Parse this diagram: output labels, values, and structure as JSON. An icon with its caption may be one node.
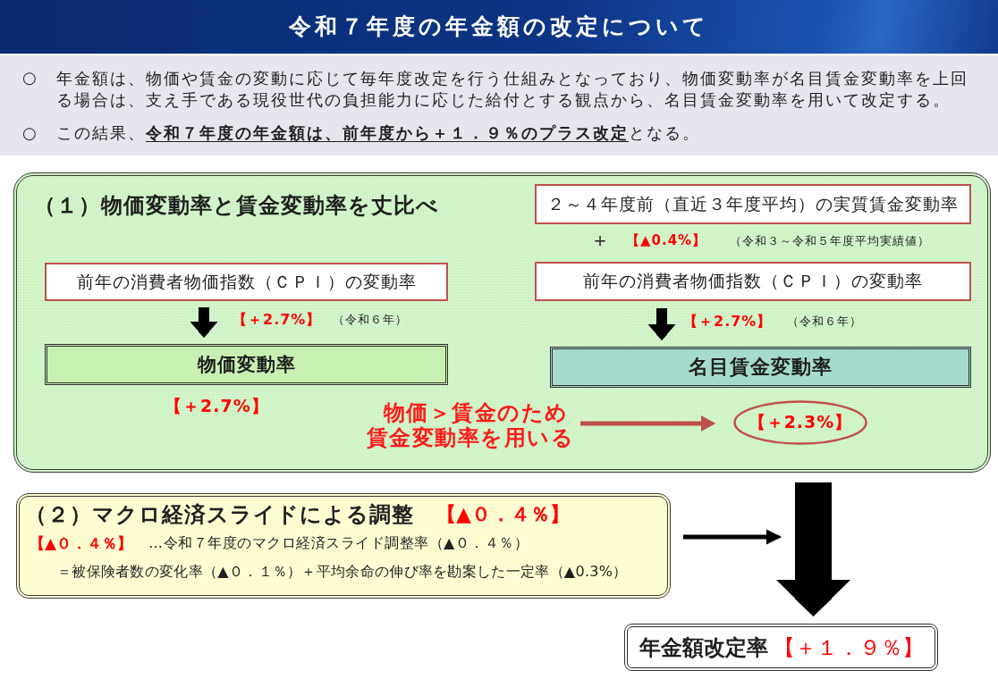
{
  "diagram": {
    "title": "令和７年度の年金額の改定について",
    "nodes": [
      {
        "text": [
          "（１）物価変動率と賃金変動率を丈比べ"
        ]
      },
      {
        "text": [
          "２～４年度前（直近３年度平均）の実質賃金変動率"
        ],
        "in": 0
      },
      {
        "text": [
          "前年の消費者物価指数（ＣＰＩ）の変動率"
        ],
        "in": 0
      },
      {
        "text": [
          "前年の消費者物価指数（ＣＰＩ）の変動率"
        ],
        "in": 0
      },
      {
        "text": [
          "物価変動率"
        ],
        "in": 0,
        "beside": [
          "【＋2.7%】"
        ]
      },
      {
        "text": [
          "名目賃金変動率"
        ],
        "in": 0
      },
      {
        "text": [
          "物価＞賃金のため賃金変動率を用いる"
        ],
        "in": 0
      },
      {
        "text": [
          "【＋2.3%】"
        ],
        "in": 0
      },
      {
        "text": [
          "（２）マクロ経済スライドによる調整",
          "【▲０．４％】",
          "【▲０．４％】",
          "…令和７年度のマクロ経済スライド調整率（▲０．４％）",
          "＝被保険者数の変化率（▲０．１％）＋平均余命の伸び率を勘案した一定率（▲0.3%）"
        ]
      },
      {
        "text": [
          "年金額改定率",
          "【＋１．９％】"
        ]
      }
    ],
    "edges": [
      {
        "from": 2,
        "to": 4,
        "arrow": "to",
        "label": "【＋2.7%】"
      },
      {
        "from": 3,
        "to": 5,
        "arrow": "to",
        "label": "【＋2.7%】"
      },
      {
        "from": 6,
        "to": 7,
        "arrow": "to",
        "color": "#c0504d"
      },
      {
        "from": 8,
        "to": null,
        "arrow": "to"
      },
      {
        "from": 0,
        "to": 9,
        "arrow": "to",
        "style": "thick"
      }
    ],
    "labels": [
      "○",
      "年金額は、物価や賃金の変動に応じて毎年度改定を行う仕組みとなっており、物価変動率が名目賃金変動率を上回る場合は、支え手である現役世代の負担能力に応じた給付とする観点から、名目賃金変動率を用いて改定する。",
      "○",
      "この結果、**令和７年度の年金額は、前年度から＋１．９％のプラス改定**となる。",
      "＋",
      "【▲0.4%】",
      "（令和３～令和５年度平均実績値）",
      "（令和６年）",
      "（令和６年）"
    ]
  }
}
